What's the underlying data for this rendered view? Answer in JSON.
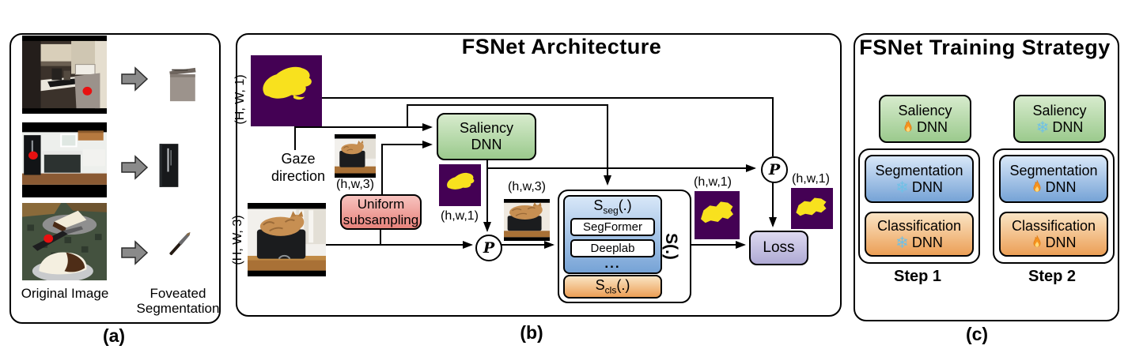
{
  "colors": {
    "mask_bg": "#440154",
    "mask_fg": "#f8e11e",
    "saliency_green": "#9bca8d",
    "subsample_pink": "#e8837c",
    "loss_lavender": "#afaad4",
    "segmentation_blue": "#76a3d6",
    "classification_orange": "#ec9f56",
    "gaze_dot_red": "#e81010",
    "snowflake_blue": "#6fc0e6",
    "flame_orange": "#f6921e"
  },
  "panel_a": {
    "tag": "(a)",
    "original_label": "Original Image",
    "foveated_label_line1": "Foveated",
    "foveated_label_line2": "Segmentation",
    "rows": [
      {
        "photo": "kitchen-with-dishwasher",
        "result": "dishwasher-segment"
      },
      {
        "photo": "kitchen-with-refrigerator",
        "result": "refrigerator-segment"
      },
      {
        "photo": "cake-with-knife",
        "result": "knife-segment"
      }
    ]
  },
  "panel_b": {
    "tag": "(b)",
    "title": "FSNet Architecture",
    "gaze_line1": "Gaze",
    "gaze_line2": "direction",
    "dim_HW1": "(H, W, 1)",
    "dim_HW3": "(H, W, 3)",
    "dim_hw3_subsampled": "(h,w,3)",
    "dim_hw1_saliency": "(h,w,1)",
    "dim_hw3_foveated": "(h,w,3)",
    "dim_hw1_pred": "(h,w,1)",
    "dim_hw1_warped": "(h,w,1)",
    "uniform_line1": "Uniform",
    "uniform_line2": "subsampling",
    "saliency_line1": "Saliency",
    "saliency_line2": "DNN",
    "p_symbol": "P",
    "s_outer": {
      "base": "S",
      "args": "(.)"
    },
    "sseg": {
      "base": "S",
      "sub": "seg",
      "args": "(.)"
    },
    "segformer": "SegFormer",
    "deeplab": "Deeplab",
    "ellipsis": "...",
    "scls": {
      "base": "S",
      "sub": "cls",
      "args": "(.)"
    },
    "loss": "Loss"
  },
  "panel_c": {
    "tag": "(c)",
    "title": "FSNet Training Strategy",
    "steps": [
      {
        "name": "Step 1",
        "saliency": {
          "line1": "Saliency",
          "line2": "DNN",
          "icon": "fire"
        },
        "segmentation": {
          "line1": "Segmentation",
          "line2": "DNN",
          "icon": "snowflake"
        },
        "classification": {
          "line1": "Classification",
          "line2": "DNN",
          "icon": "snowflake"
        }
      },
      {
        "name": "Step 2",
        "saliency": {
          "line1": "Saliency",
          "line2": "DNN",
          "icon": "snowflake"
        },
        "segmentation": {
          "line1": "Segmentation",
          "line2": "DNN",
          "icon": "fire"
        },
        "classification": {
          "line1": "Classification",
          "line2": "DNN",
          "icon": "fire"
        }
      }
    ]
  }
}
